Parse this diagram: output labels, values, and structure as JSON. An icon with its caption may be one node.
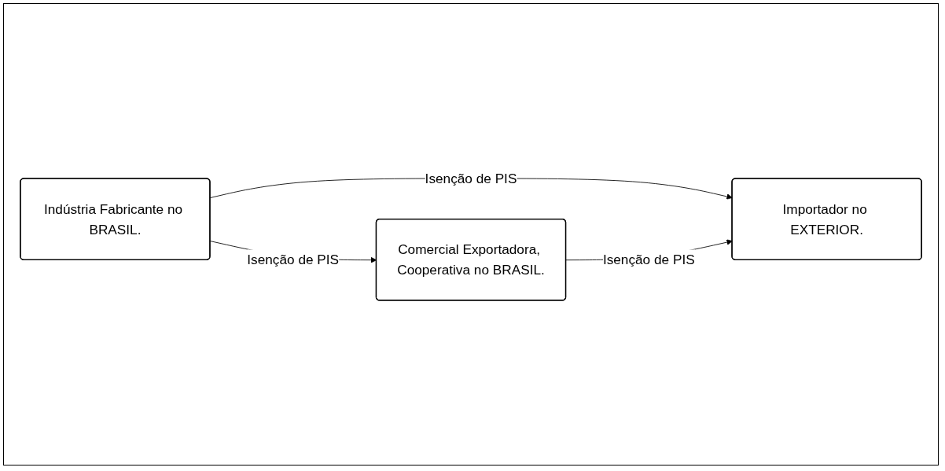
{
  "diagram": {
    "nodes": [
      {
        "text": [
          "Comercial Exportadora, Cooperativa no BRASIL."
        ]
      },
      {
        "text": [
          "Indústria Fabricante no BRASIL."
        ]
      },
      {
        "text": [
          "Importador no EXTERIOR."
        ]
      }
    ],
    "edges": [
      {
        "from": 1,
        "to": 0,
        "arrow": "to",
        "label": "Isenção de PIS"
      },
      {
        "from": 1,
        "to": 2,
        "arrow": "to",
        "label": "Isenção de PIS"
      },
      {
        "from": 0,
        "to": 2,
        "arrow": "to",
        "label": "Isenção de PIS"
      }
    ]
  }
}
